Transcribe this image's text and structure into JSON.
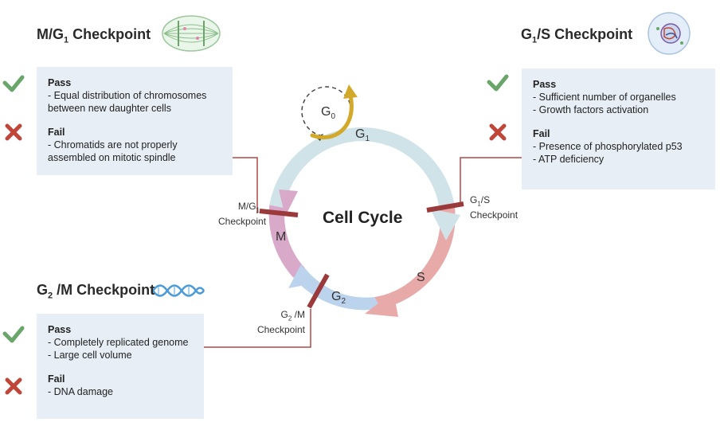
{
  "titles": {
    "mg1": {
      "base": "M/G",
      "sub": "1",
      "rest": " Checkpoint"
    },
    "g1s": {
      "base": "G",
      "sub": "1",
      "rest": "/S Checkpoint"
    },
    "g2m": {
      "base": "G",
      "sub": "2",
      "rest": " /M Checkpoint"
    }
  },
  "boxes": {
    "mg1": {
      "pass_heading": "Pass",
      "pass_items": [
        "- Equal distribution of chromosomes",
        "between new daughter cells"
      ],
      "fail_heading": "Fail",
      "fail_items": [
        "- Chromatids are not properly",
        "assembled on mitotic spindle"
      ]
    },
    "g1s": {
      "pass_heading": "Pass",
      "pass_items": [
        "- Sufficient number of organelles",
        "- Growth factors activation"
      ],
      "fail_heading": "Fail",
      "fail_items": [
        "- Presence of phosphorylated p53",
        "- ATP deficiency"
      ]
    },
    "g2m": {
      "pass_heading": "Pass",
      "pass_items": [
        "- Completely replicated genome",
        "- Large cell volume"
      ],
      "fail_heading": "Fail",
      "fail_items": [
        "- DNA damage"
      ]
    }
  },
  "cycle": {
    "title": "Cell Cycle",
    "phases": {
      "g0": {
        "base": "G",
        "sub": "0"
      },
      "g1": {
        "base": "G",
        "sub": "1"
      },
      "s": "S",
      "g2": {
        "base": "G",
        "sub": "2"
      },
      "m": "M"
    },
    "checkpoint_labels": {
      "mg1": {
        "line1_base": "M/G",
        "line1_sub": "1",
        "line2": "Checkpoint"
      },
      "g1s": {
        "line1_base": "G",
        "line1_sub": "1",
        "line1_rest": "/S",
        "line2": "Checkpoint"
      },
      "g2m": {
        "line1_base": "G",
        "line1_sub": "2",
        "line1_rest": " /M",
        "line2": "Checkpoint"
      }
    }
  },
  "colors": {
    "g1": "#cfe3e8",
    "s": "#e8a9a9",
    "g2": "#bcd3ee",
    "m": "#d9a9c9",
    "checkpoint_bar": "#9b3a3a",
    "connector": "#b04848",
    "g0_arrow": "#d3a92a",
    "pass": "#6aa56a",
    "fail": "#c0463a",
    "box_bg": "#e8eef5"
  },
  "icons": {
    "mitosis": "spindle-cell-icon",
    "g1s": "nucleus-cell-icon",
    "g2m": "dna-helix-icon",
    "pass": "check-icon",
    "fail": "cross-icon"
  }
}
